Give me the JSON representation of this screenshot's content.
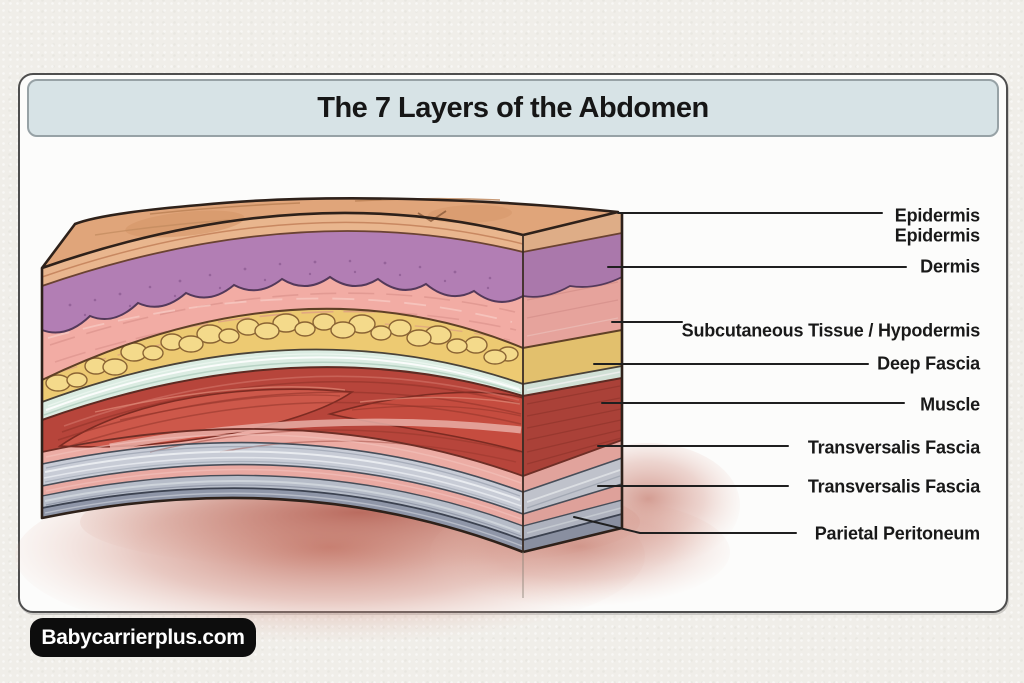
{
  "title": "The 7 Layers of the Abdomen",
  "watermark": "Babycarrierplus.com",
  "annotations": {
    "items": [
      "Epidermis",
      "Epidermis",
      "Dermis",
      "Subcutaneous Tissue / Hypodermis",
      "Deep Fascia",
      "Muscle",
      "Transversalis Fascia",
      "Transversalis Fascia",
      "Parietal Peritoneum"
    ]
  },
  "diagram": {
    "type": "anatomical-cross-section",
    "subject": "abdominal wall layers",
    "layers": [
      {
        "label": "Epidermis",
        "color": "#e9b68e"
      },
      {
        "label": "Dermis",
        "color": "#f2aca4"
      },
      {
        "label": "Subcutaneous Tissue / Hypodermis",
        "color": "#edca72"
      },
      {
        "label": "Deep Fascia",
        "color": "#dbece2"
      },
      {
        "label": "Muscle",
        "color": "#b7453b"
      },
      {
        "label": "Transversalis Fascia",
        "color": "#c8ccd6"
      },
      {
        "label": "Parietal Peritoneum",
        "color": "#8f96a8"
      }
    ]
  },
  "colors": {
    "page_background": "#f0eee9",
    "panel_background": "#fcfcfb",
    "panel_border": "#4e4e4e",
    "title_bar": "#d7e3e6",
    "title_text": "#161616",
    "label_text": "#191919",
    "leader_line": "#1f1f1f",
    "watermark_bg": "#0d0d0d",
    "watermark_text": "#ffffff",
    "skin_top": "#e0a57a",
    "rete_ridges": "#b27eb4",
    "inner_glow": "#c4796c"
  }
}
